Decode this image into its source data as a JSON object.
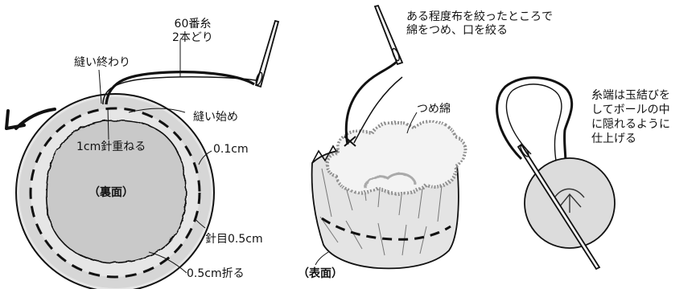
{
  "left_diagram": {
    "thread_label": "60番糸\n2本どり",
    "end_label": "縫い終わり",
    "start_label": "縫い始め",
    "overlap_label": "1cm針重ねる",
    "seam_offset_label": "0.1cm",
    "center_label": "（裏面）",
    "stitch_label": "針目0.5cm",
    "fold_label": "0.5cm折る"
  },
  "middle_diagram": {
    "instruction": "ある程度布を絞ったところで\n綿をつめ、口を絞る",
    "stuffing_label": "つめ綿",
    "face_label": "（表面）"
  },
  "right_diagram": {
    "instruction": "糸端は玉結びを\nしてボールの中\nに隠れるように\n仕上げる"
  },
  "colors": {
    "ink": "#111111",
    "fabric_gray": "#d2d2d2",
    "fabric_light": "#e9e9e9",
    "wadding": "#9a9a9a"
  }
}
